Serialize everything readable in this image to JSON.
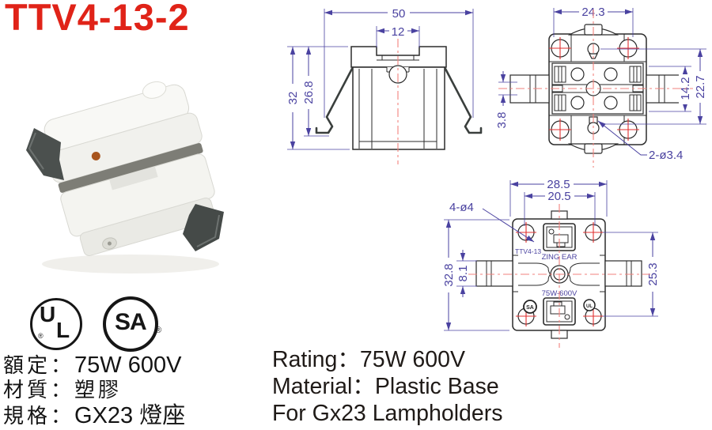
{
  "title": "TTV4-13-2",
  "colors": {
    "accent_red": "#e02318",
    "dimension_blue": "#4a42a0",
    "centerline_red": "#f2827c",
    "cross_red": "#e03030",
    "outline_black": "#2b2b2b",
    "clip_gray": "#4b504e"
  },
  "views": {
    "front": {
      "dims": {
        "overall_width": "50",
        "slot_width": "12",
        "overall_height": "32",
        "clip_height": "26.8"
      }
    },
    "side": {
      "dims": {
        "hole_span": "24.3",
        "terminal_span": "14.2",
        "pin_span": "22.7",
        "stub_offset": "3.8",
        "hole_note": "2-ø3.4"
      }
    },
    "bottom": {
      "dims": {
        "body_width": "28.5",
        "hole_span_h": "20.5",
        "hole_note": "4-ø4",
        "body_height": "32.8",
        "arm_width": "8.1",
        "hole_span_v": "25.3"
      },
      "markings": {
        "model": "TTV4-13",
        "brand": "ZING EAR",
        "rating": "75W-600V"
      }
    }
  },
  "logos": {
    "ul_u": "U",
    "ul_l": "L",
    "ul_small": "UL",
    "csa": "SA",
    "reg": "®"
  },
  "specs_cn": {
    "rating_label": "額定：",
    "rating_value": "75W 600V",
    "material_label": "材質：",
    "material_value": "塑膠",
    "spec_label": "規格：",
    "spec_value": "GX23 燈座"
  },
  "specs_en": {
    "rating": "Rating：75W 600V",
    "material": "Material：Plastic Base",
    "usage": "For Gx23 Lampholders"
  }
}
